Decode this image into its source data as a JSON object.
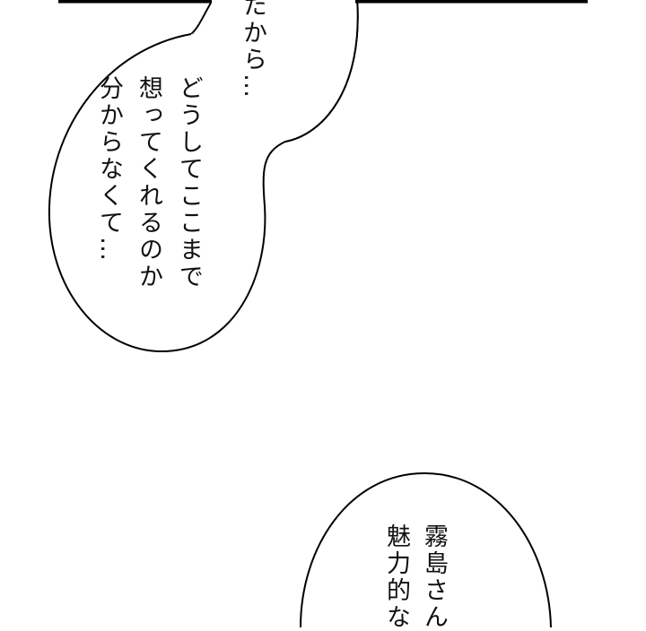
{
  "panel": {
    "bubble_top": {
      "lines": [
        "たから…"
      ]
    },
    "bubble_left": {
      "lines": [
        "どうしてここまで",
        "想ってくれるのか",
        "分からなくて…"
      ]
    },
    "bubble_bottom": {
      "lines": [
        "霧島さん",
        "魅力的な"
      ]
    }
  },
  "colors": {
    "ink": "#000000",
    "paper": "#ffffff"
  }
}
